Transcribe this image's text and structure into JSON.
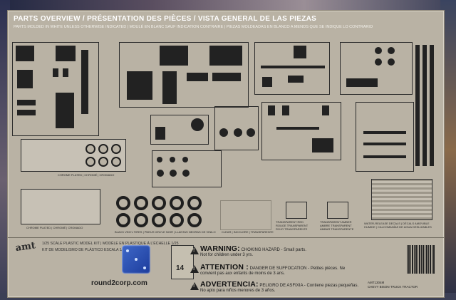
{
  "header": {
    "title": "PARTS OVERVIEW / PRÉSENTATION DES PIÈCES / VISTA GENERAL DE LAS PIEZAS",
    "subtitle": "PARTS MOLDED IN WHITE UNLESS OTHERWISE INDICATED | MOULÉ EN BLANC SAUF INDICATION CONTRAIRE | PIEZAS MOLDEADAS EN BLANCO A MENOS QUE SE INDIQUE LO CONTRARIO"
  },
  "labels": {
    "chrome1": "CHROME PLATED | CHROMÉ | CROMADO",
    "chrome2": "CHROME PLATED | CHROMÉ | CROMADO",
    "tires": "BLACK VINYL TIRES | PNEUS VINYLE NOIR | LLANTAS NEGRAS DE VINILO",
    "clear": "CLEAR | INCOLORE | TRANSPARENTE",
    "red": "TRANSPARENT RED\nROUGE TRANSPARENT\nROJO TRANSPARENTE",
    "amber": "TRANSPARENT AMBER\nAMBRE TRANSPARENT\nÁMBAR TRANSPARENTE",
    "decals": "WATER-RELEASE DECALS | DÉCALS AMOVIBLE HUMIDE | CALCOMANÍAS DE AGUA DESLIZABLES"
  },
  "brand": {
    "logo": "amt",
    "scale_line1": "1/25 SCALE PLASTIC MODEL KIT | MODÈLE EN PLASTIQUE À L'ÉCHELLE 1/25",
    "scale_line2": "KIT DE MODELISMO DE PLÁSTICO ESCALA 1/25",
    "website": "round2corp.com",
    "age": "14"
  },
  "warnings": [
    {
      "title": "WARNING:",
      "text": "CHOKING HAZARD - Small parts.",
      "line2": "Not for children under 3 yrs."
    },
    {
      "title": "ATTENTION :",
      "text": "DANGER DE SUFFOCATION - Petites pièces. Ne",
      "line2": "convient pas aux enfants de moins de 3 ans."
    },
    {
      "title": "ADVERTENCIA:",
      "text": "PELIGRO DE ASFIXIA - Contiene piezas pequeñas.",
      "line2": "No apto para niños menores de 3 años."
    }
  ],
  "product": {
    "code": "AMT1304M",
    "name": "CHEVY BISON TRUCK TRACTOR"
  }
}
